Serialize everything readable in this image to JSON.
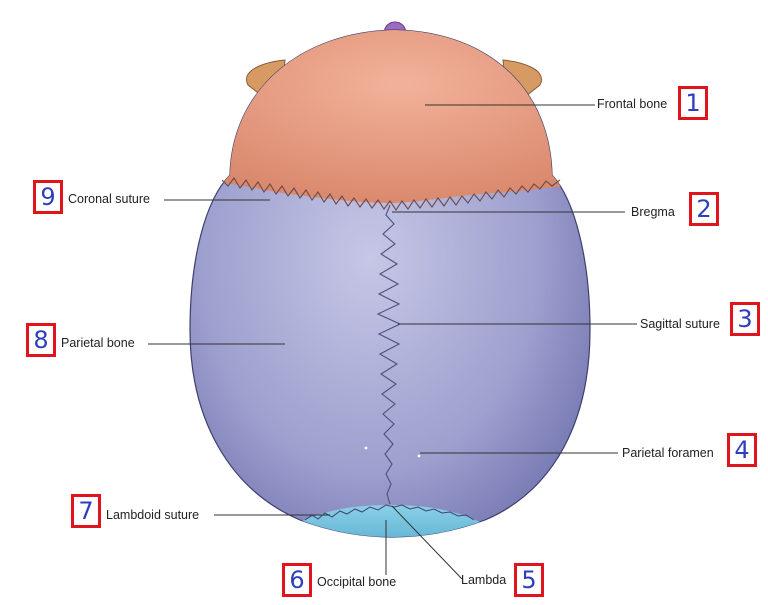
{
  "labels": {
    "frontal_bone": "Frontal bone",
    "bregma": "Bregma",
    "sagittal_suture": "Sagittal suture",
    "parietal_foramen": "Parietal foramen",
    "lambda": "Lambda",
    "occipital_bone": "Occipital bone",
    "lambdoid_suture": "Lambdoid suture",
    "parietal_bone": "Parietal bone",
    "coronal_suture": "Coronal suture"
  },
  "numbers": {
    "n1": "1",
    "n2": "2",
    "n3": "3",
    "n4": "4",
    "n5": "5",
    "n6": "6",
    "n7": "7",
    "n8": "8",
    "n9": "9"
  },
  "colors": {
    "frontal": "#e49c80",
    "parietal": "#a7a8d2",
    "occipital": "#6fb9d6",
    "box_border": "#e0141c",
    "number": "#2d3fbf"
  }
}
